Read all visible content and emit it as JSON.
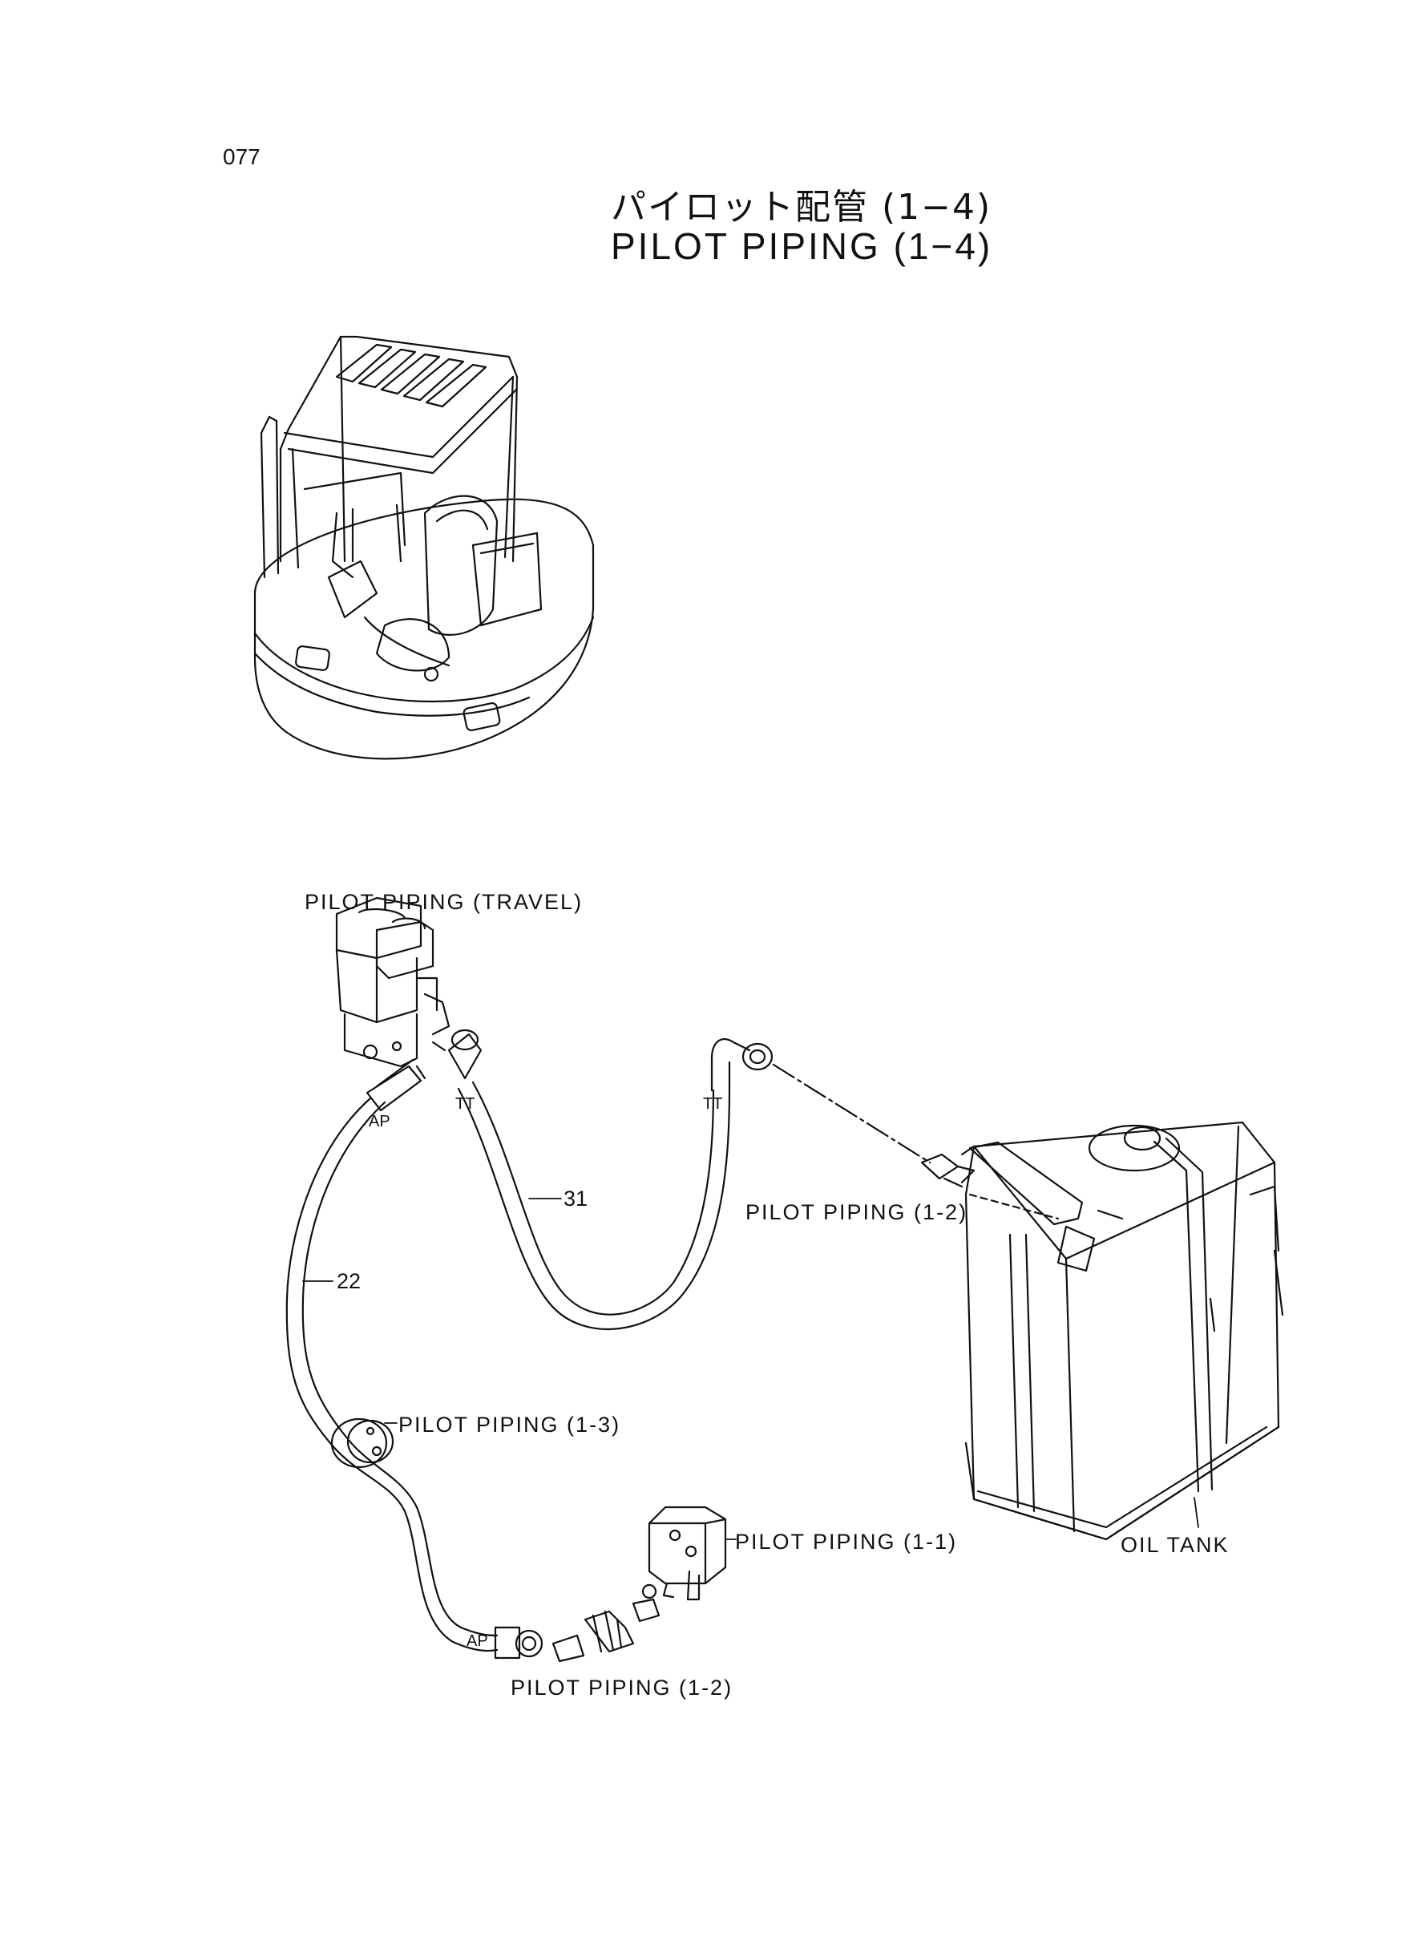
{
  "page_number": "077",
  "title_jp": "パイロット配管 (1−4)",
  "title_en": "PILOT PIPING (1−4)",
  "labels": {
    "travel": "PILOT PIPING (TRAVEL)",
    "pp_1_2_upper": "PILOT PIPING (1-2)",
    "pp_1_3": "PILOT PIPING (1-3)",
    "pp_1_1": "PILOT PIPING (1-1)",
    "pp_1_2_lower": "PILOT PIPING (1-2)",
    "oil_tank": "OIL TANK"
  },
  "part_numbers": {
    "hose_31": "31",
    "hose_22": "22"
  },
  "port_tags": {
    "ap_upper": "AP",
    "tt_left": "TT",
    "tt_right": "TT",
    "ap_lower": "AP"
  }
}
